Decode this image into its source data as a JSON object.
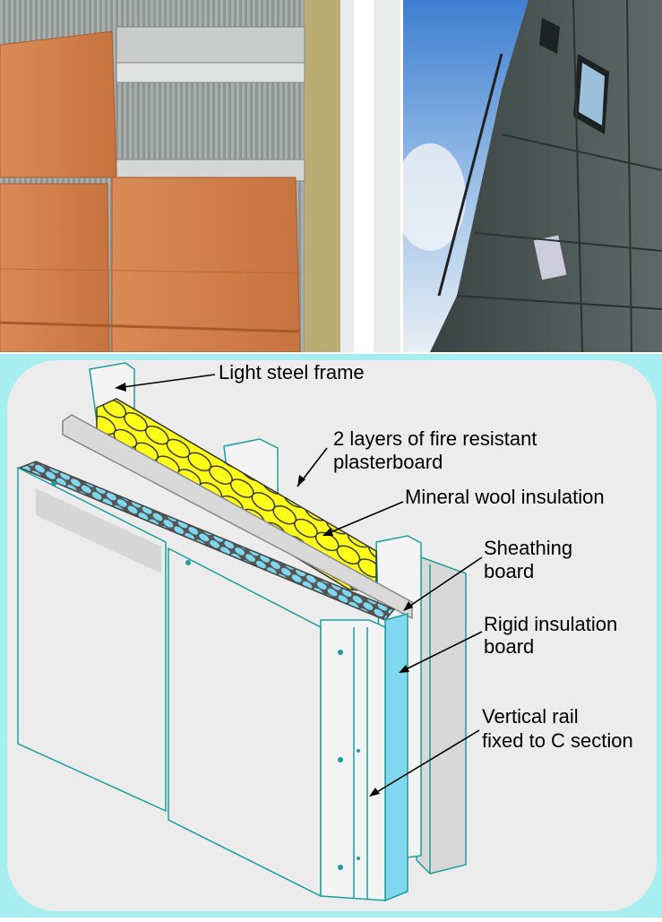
{
  "photos": {
    "left": {
      "subject": "terracotta-cladding-panels-on-aluminium-rails"
    },
    "right": {
      "subject": "concrete-panel-clad-building-facade"
    }
  },
  "diagram": {
    "colors": {
      "border": "#a6eef0",
      "background": "#ececec",
      "outline": "#1a9e9e",
      "mineral_wool": "#ffff1a",
      "rigid_insulation": "#7fd8f0"
    },
    "labels": {
      "light_steel_frame": "Light steel frame",
      "plasterboard_line1": "2 layers of fire resistant",
      "plasterboard_line2": "plasterboard",
      "mineral_wool": "Mineral wool insulation",
      "sheathing_line1": "Sheathing",
      "sheathing_line2": "board",
      "rigid_line1": "Rigid insulation",
      "rigid_line2": "board",
      "rail_line1": "Vertical rail",
      "rail_line2": "fixed to C section"
    }
  }
}
